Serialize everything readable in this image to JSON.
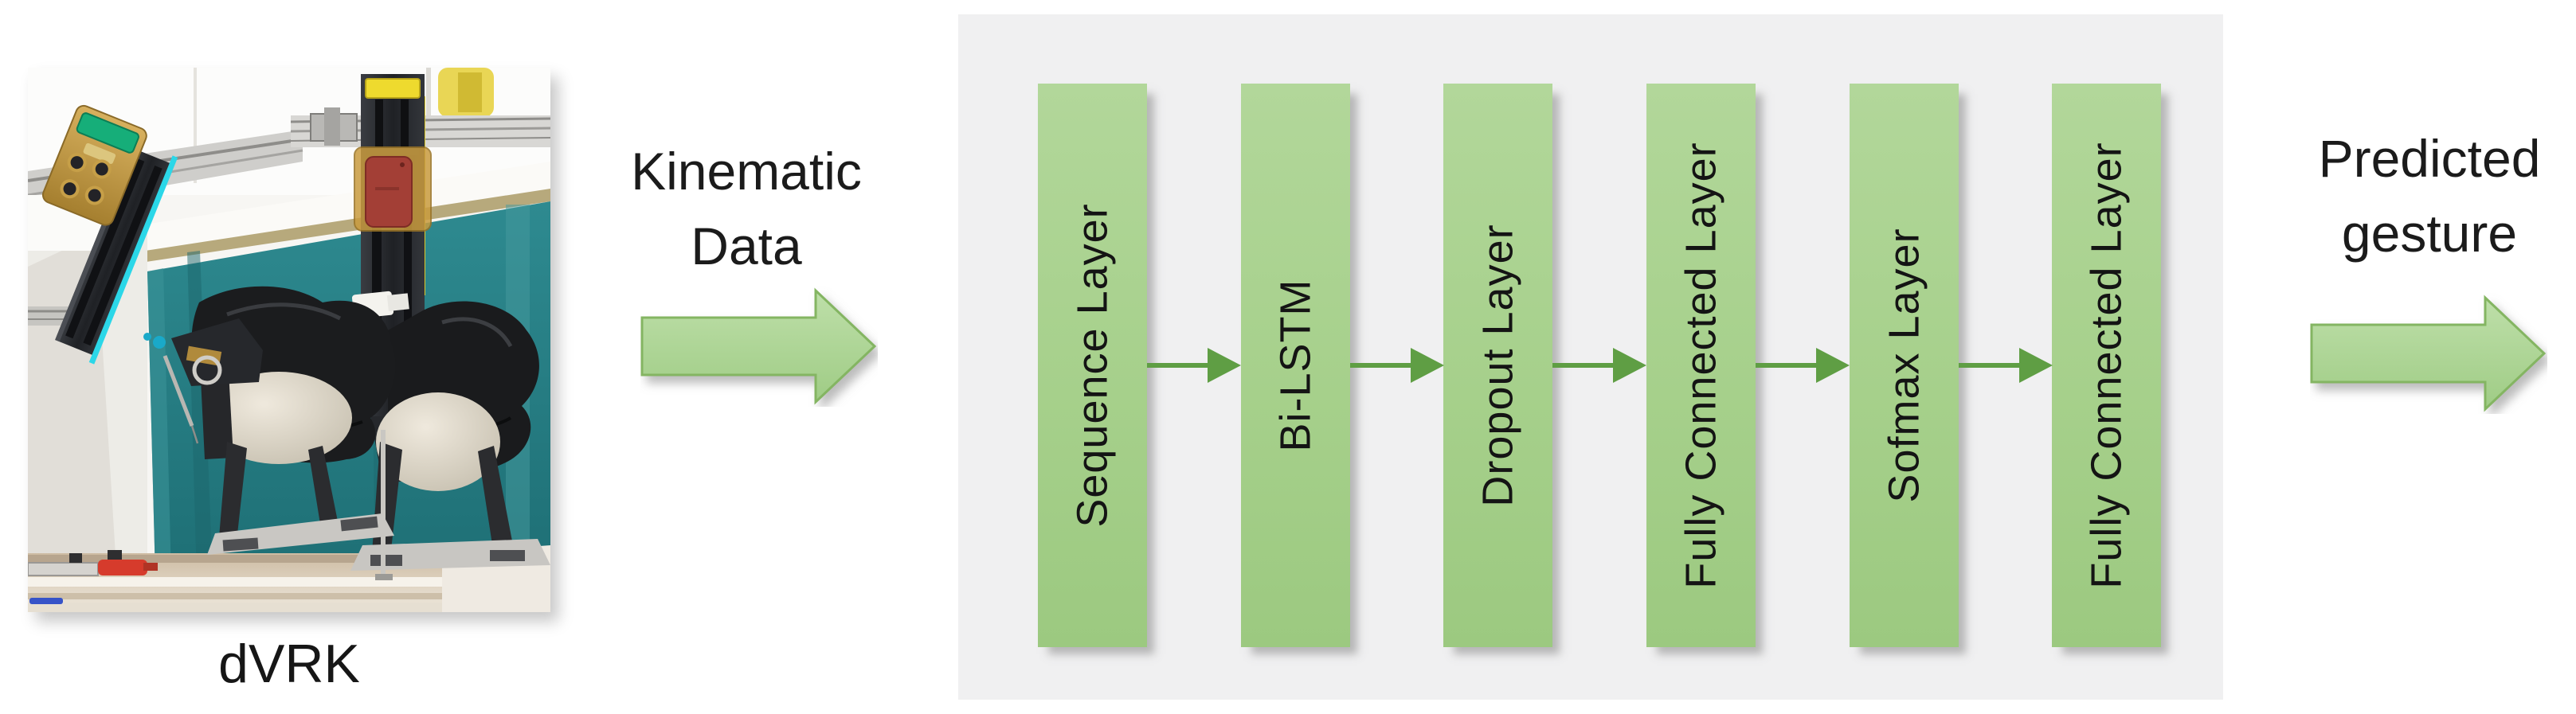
{
  "photo": {
    "caption": "dVRK"
  },
  "input_arrow_label": {
    "line1": "Kinematic",
    "line2": "Data"
  },
  "output_arrow_label": {
    "line1": "Predicted",
    "line2": "gesture"
  },
  "network": {
    "layers": [
      "Sequence Layer",
      "Bi-LSTM",
      "Dropout Layer",
      "Fully Connected Layer",
      "Sofmax Layer",
      "Fully Connected Layer"
    ]
  },
  "colors": {
    "layer_box_fill": "#a9d18e",
    "layer_box_fill_light": "#b2d79a",
    "layer_box_fill_dark": "#9cc980",
    "big_arrow_fill": "#a9d18e",
    "big_arrow_border": "#84b562",
    "connector_green": "#5f9e44",
    "panel_background": "#f0f0f1",
    "text_color": "#1b1b1b",
    "photo_drape_teal": "#27838a"
  }
}
